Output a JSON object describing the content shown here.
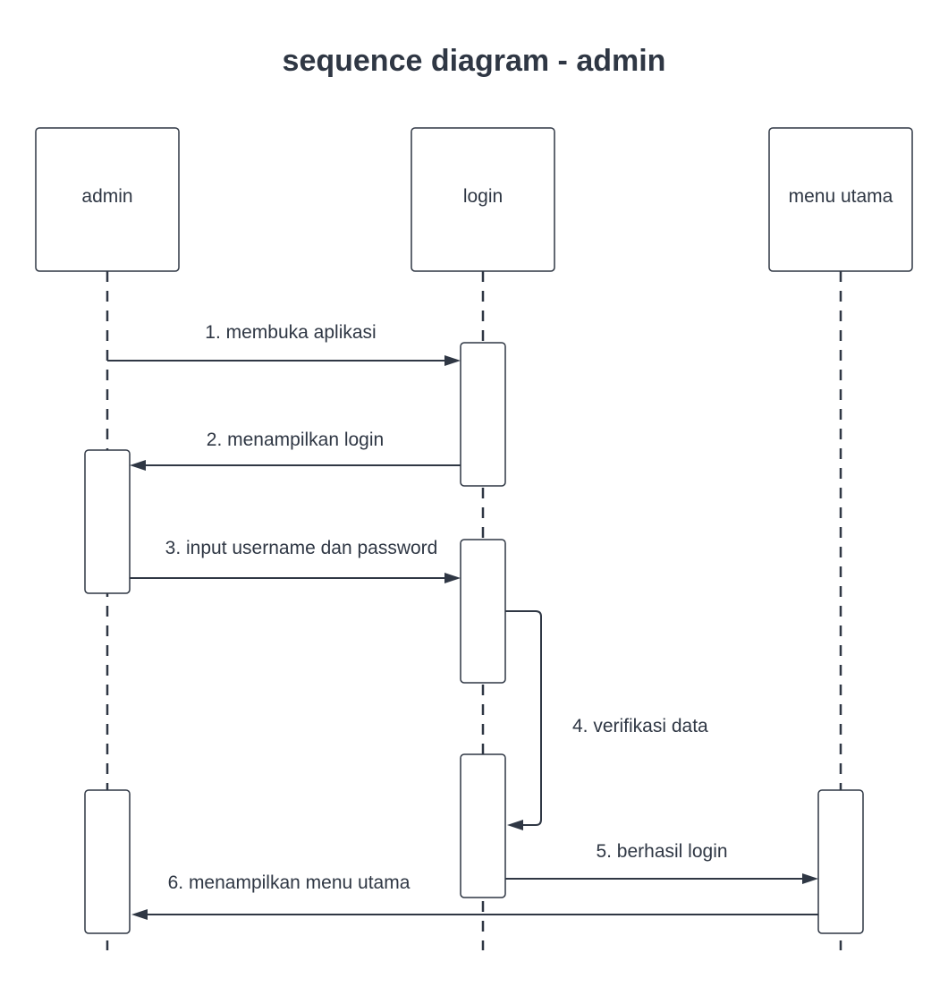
{
  "title": "sequence diagram - admin",
  "participants": [
    {
      "name": "admin"
    },
    {
      "name": "login"
    },
    {
      "name": "menu utama"
    }
  ],
  "messages": [
    {
      "label": "1. membuka aplikasi",
      "from": "admin",
      "to": "login"
    },
    {
      "label": "2. menampilkan login",
      "from": "login",
      "to": "admin"
    },
    {
      "label": "3. input username dan password",
      "from": "admin",
      "to": "login"
    },
    {
      "label": "4. verifikasi data",
      "from": "login",
      "to": "login"
    },
    {
      "label": "5. berhasil login",
      "from": "login",
      "to": "menu utama"
    },
    {
      "label": "6. menampilkan menu utama",
      "from": "menu utama",
      "to": "admin"
    }
  ],
  "colors": {
    "stroke": "#2f3744",
    "background": "#ffffff"
  }
}
